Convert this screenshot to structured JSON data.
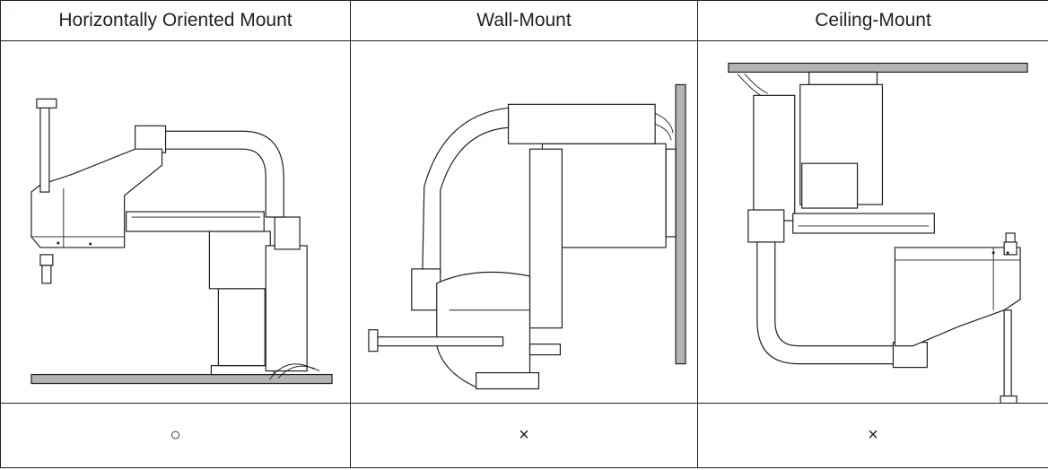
{
  "columns": [
    {
      "title": "Horizontally Oriented Mount",
      "mark": "○"
    },
    {
      "title": "Wall-Mount",
      "mark": "×"
    },
    {
      "title": "Ceiling-Mount",
      "mark": "×"
    }
  ]
}
